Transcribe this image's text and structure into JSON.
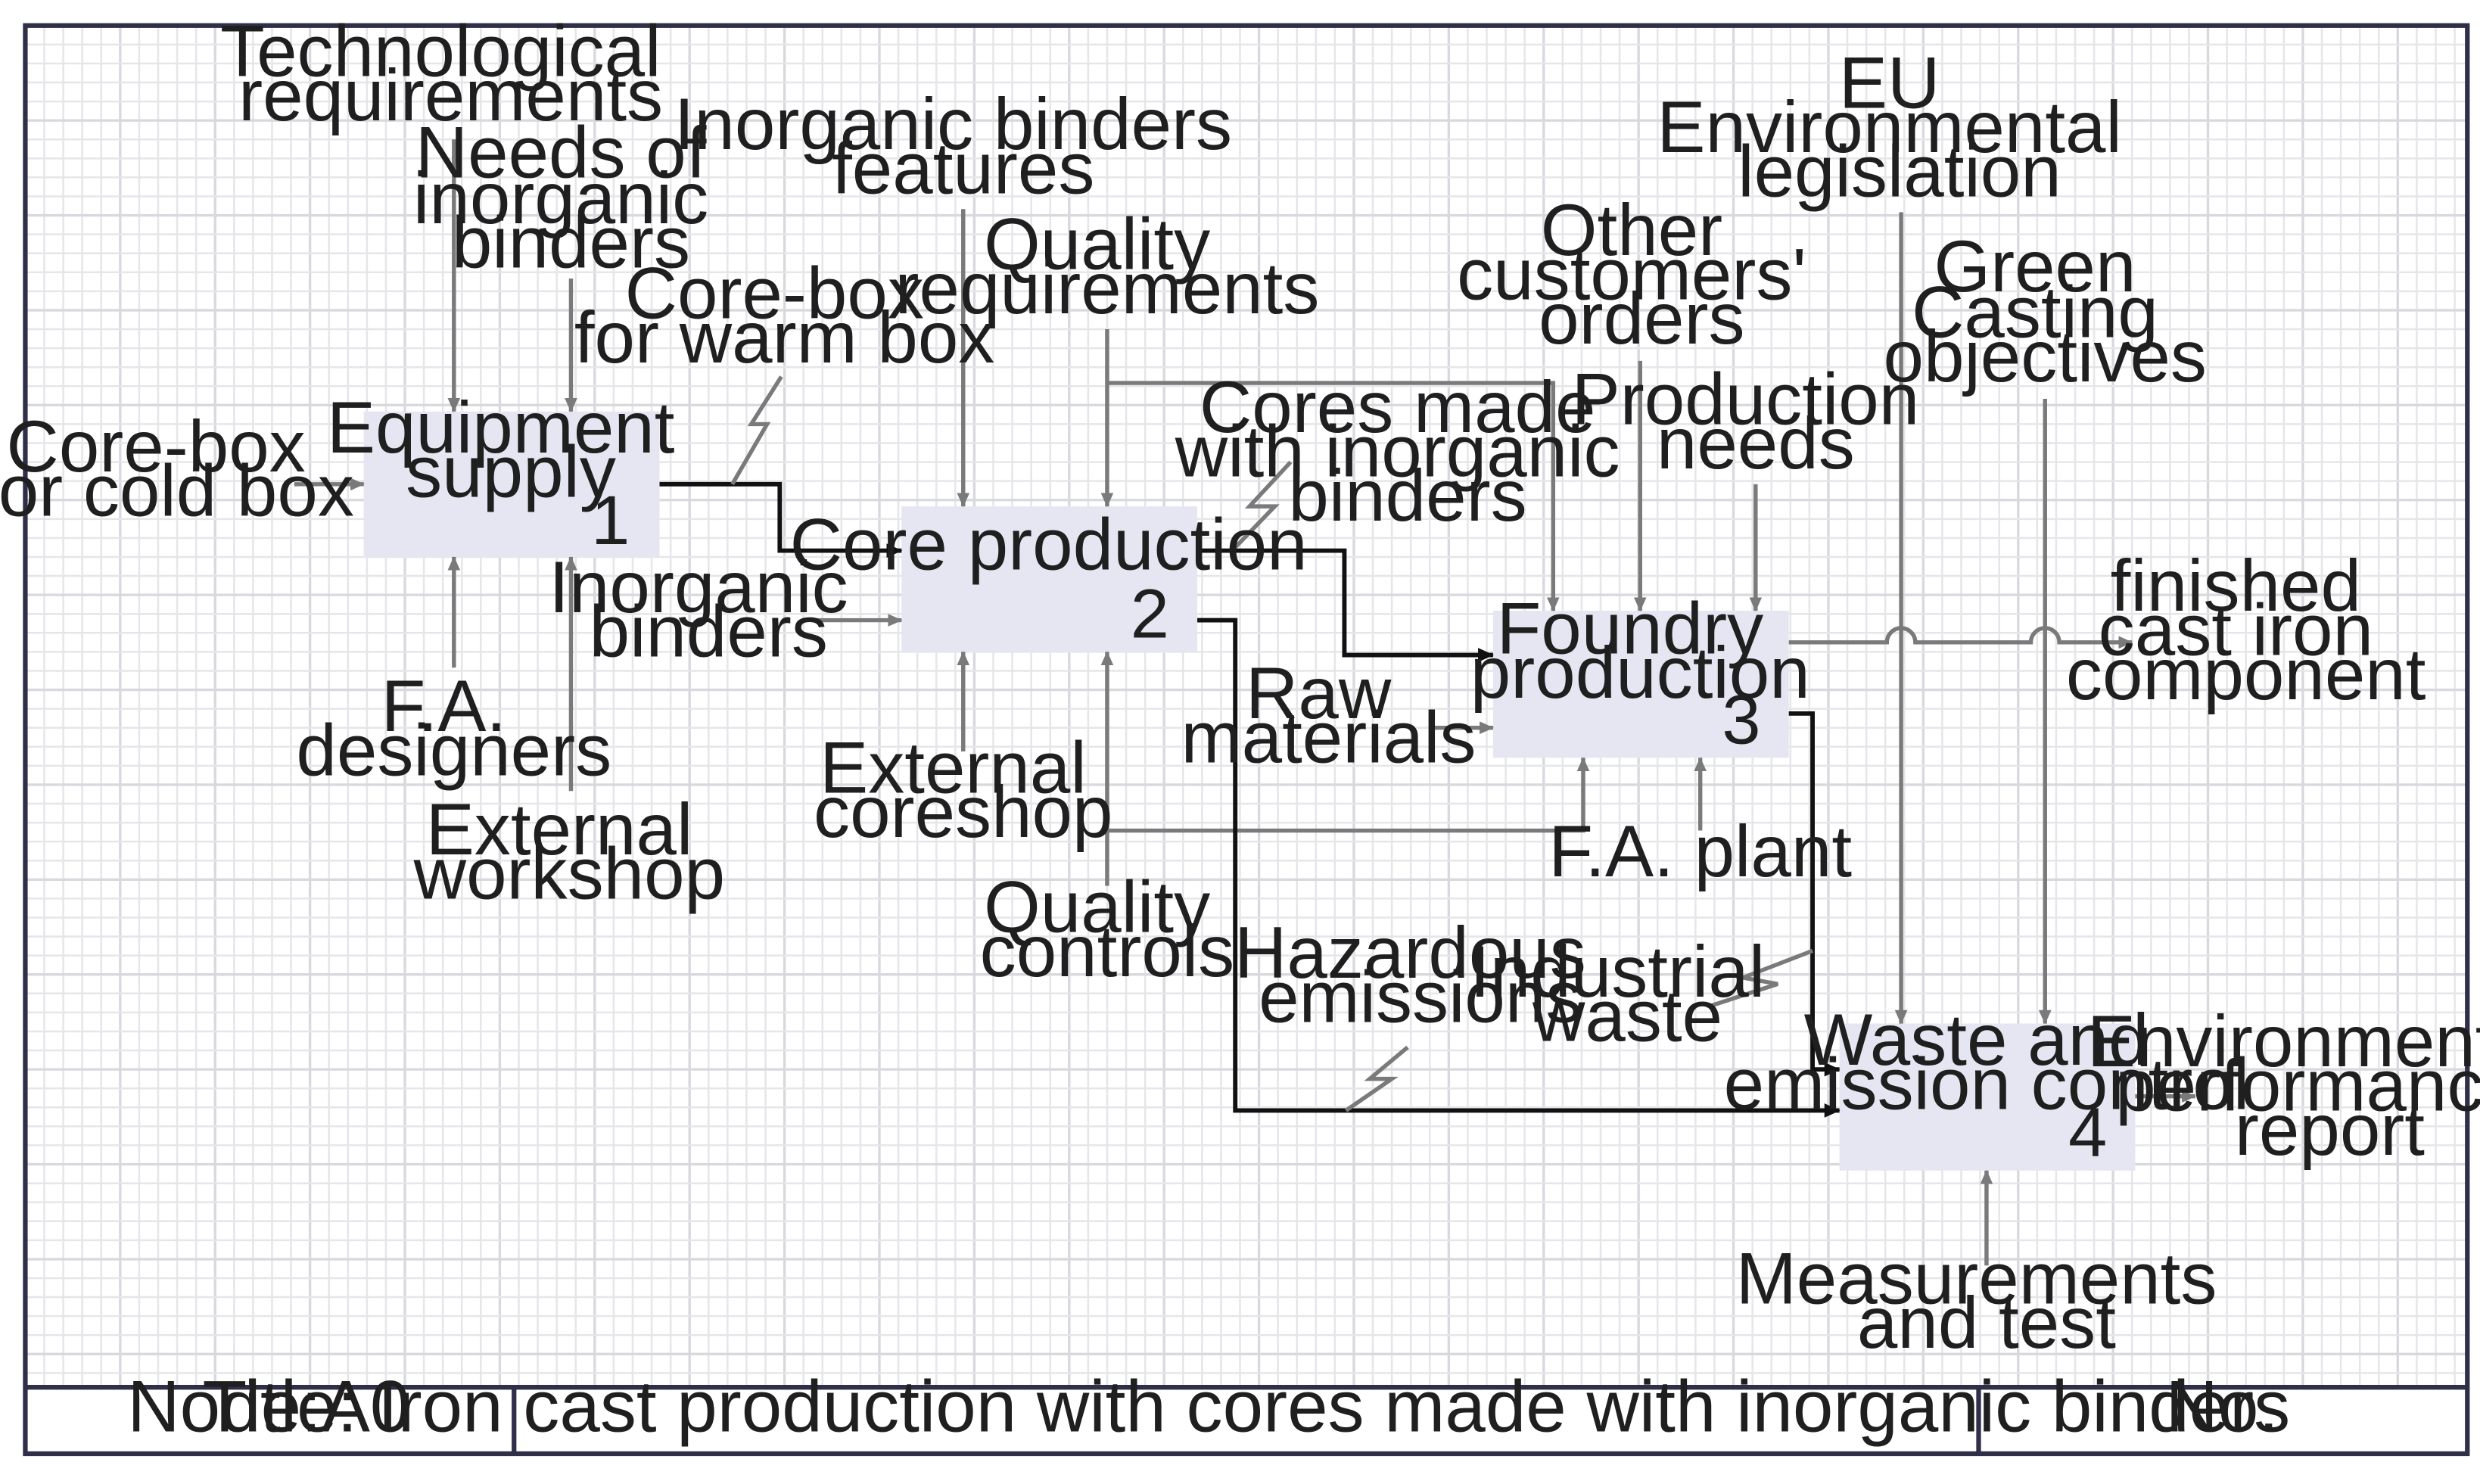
{
  "activities": [
    {
      "label_lines": [
        "Equipment",
        "supply"
      ],
      "number": "1"
    },
    {
      "label_lines": [
        "Core production"
      ],
      "number": "2"
    },
    {
      "label_lines": [
        "Foundry",
        "production"
      ],
      "number": "3"
    },
    {
      "label_lines": [
        "Waste and",
        "emission control"
      ],
      "number": "4"
    }
  ],
  "arrow_labels": {
    "technological_requirements": [
      "Technological",
      "requirements"
    ],
    "needs_inorganic_binders": [
      "Needs of",
      "inorganic",
      "binders"
    ],
    "core_box_cold": [
      "Core-box",
      "for cold box"
    ],
    "core_box_warm": [
      "Core-box",
      "for warm box"
    ],
    "fa_designers": [
      "F.A.",
      "designers"
    ],
    "external_workshop": [
      "External",
      "workshop"
    ],
    "inorganic_binders_features": [
      "Inorganic binders",
      "features"
    ],
    "quality_requirements": [
      "Quality",
      "requirements"
    ],
    "inorganic_binders": [
      "Inorganic",
      "binders"
    ],
    "external_coreshop": [
      "External",
      "coreshop"
    ],
    "quality_controls": [
      "Quality",
      "controls"
    ],
    "cores_made": [
      "Cores made",
      "with inorganic",
      "binders"
    ],
    "other_customers_orders": [
      "Other",
      "customers'",
      "orders"
    ],
    "production_needs": [
      "Production",
      "needs"
    ],
    "eu_legislation": [
      "EU",
      "Environmental",
      "legislation"
    ],
    "green_casting": [
      "Green",
      "Casting",
      "objectives"
    ],
    "raw_materials": [
      "Raw",
      "materials"
    ],
    "fa_plant": [
      "F.A. plant"
    ],
    "finished_component": [
      "finished",
      "cast iron",
      "component"
    ],
    "hazardous_emissions": [
      "Hazardous",
      "emissions"
    ],
    "industrial_waste": [
      "Industrial",
      "waste"
    ],
    "environmental_report": [
      "Environmental",
      "performance",
      "report"
    ],
    "measurements_test": [
      "Measurements",
      "and test"
    ]
  },
  "footer": {
    "node": "Node:A0",
    "title": "Title: Iron cast production with cores made with inorganic binders",
    "number": "No."
  },
  "colors": {
    "box_fill": "#e6e6f2",
    "frame": "#2f2f4a",
    "gray_arrow": "#7a7a7a",
    "black_arrow": "#111111"
  }
}
